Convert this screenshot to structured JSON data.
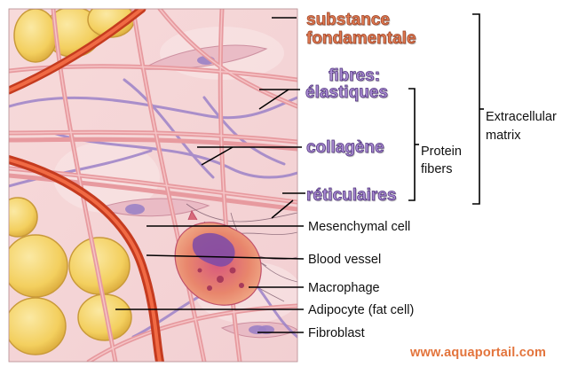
{
  "labels": {
    "substance_line1": "substance",
    "substance_line2": "fondamentale",
    "fibres_heading": "fibres:",
    "elastiques": "élastiques",
    "collagene": "collagène",
    "reticulaires": "réticulaires",
    "protein_fibers_line1": "Protein",
    "protein_fibers_line2": "fibers",
    "extracellular_line1": "Extracellular",
    "extracellular_line2": "matrix",
    "mesenchymal_cell": "Mesenchymal cell",
    "blood_vessel": "Blood vessel",
    "macrophage": "Macrophage",
    "adipocyte": "Adipocyte (fat cell)",
    "fibroblast": "Fibroblast"
  },
  "watermark": "www.aquaportail.com",
  "colors": {
    "french_label_orange": "#e07a52",
    "french_label_purple": "#a98bd2",
    "blood_vessel_red": "#e24a2a",
    "collagen_pink": "#f0a8a8",
    "elastic_purple": "#9c82c8",
    "adipocyte_yellow": "#f5d36a",
    "watermark_orange": "#e3743c"
  }
}
